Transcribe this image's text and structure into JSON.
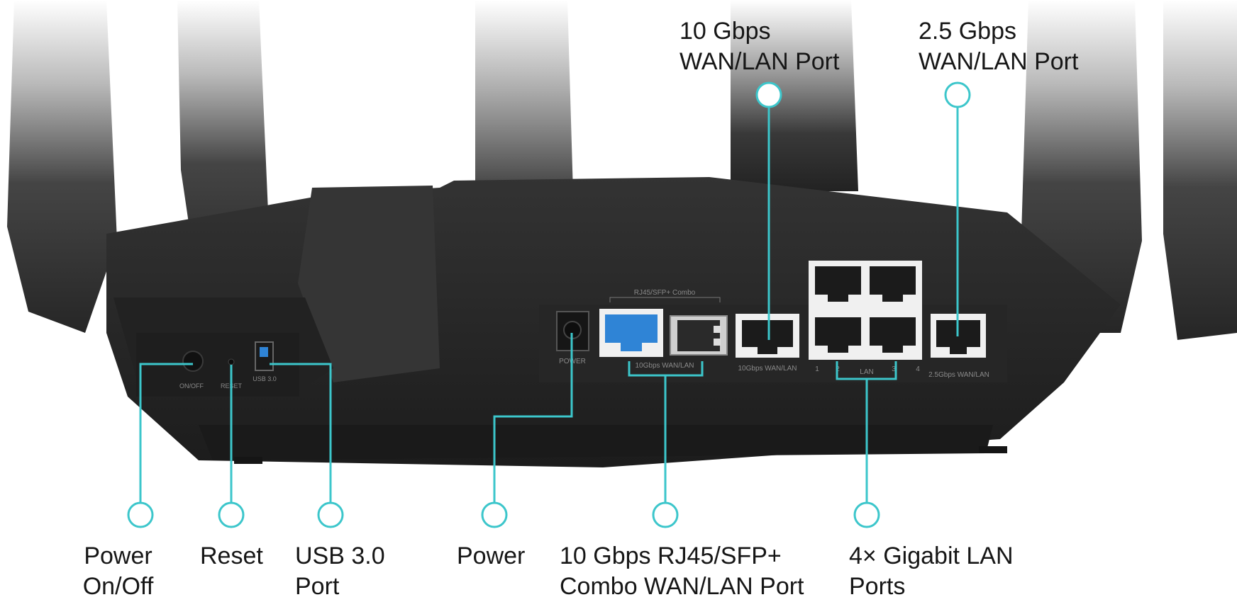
{
  "colors": {
    "callout": "#3cc6cb",
    "body": "#2b2b2b",
    "highlight_port": "#2f84d6"
  },
  "labels": {
    "top_10g": [
      "10 Gbps",
      "WAN/LAN Port"
    ],
    "top_2_5g": [
      "2.5 Gbps",
      "WAN/LAN Port"
    ],
    "power_onoff": [
      "Power",
      "On/Off"
    ],
    "reset": [
      "Reset"
    ],
    "usb": [
      "USB 3.0",
      "Port"
    ],
    "power": [
      "Power"
    ],
    "combo": [
      "10 Gbps RJ45/SFP+",
      "Combo WAN/LAN Port"
    ],
    "lan": [
      "4× Gigabit LAN",
      "Ports"
    ]
  },
  "panel_print": {
    "combo_header": "RJ45/SFP+ Combo",
    "combo_footer": "10Gbps WAN/LAN",
    "power": "POWER",
    "wan10": "10Gbps WAN/LAN",
    "wan25": "2.5Gbps WAN/LAN",
    "lan": "LAN",
    "lan_numbers": [
      "1",
      "2",
      "3",
      "4"
    ],
    "onoff": "ON/OFF",
    "reset": "RESET",
    "usb": "USB 3.0"
  }
}
